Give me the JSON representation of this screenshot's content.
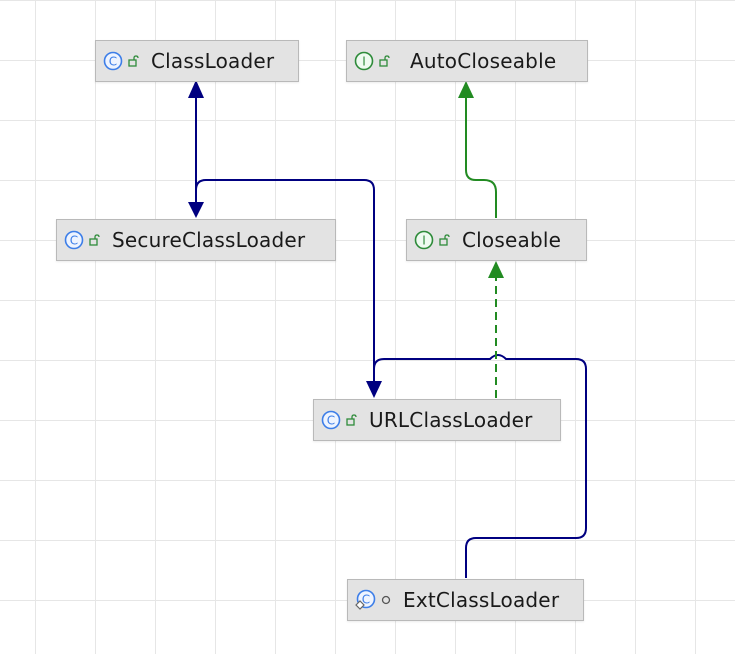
{
  "diagram": {
    "nodes": [
      {
        "id": "classloader",
        "name": "ClassLoader",
        "kind": "class",
        "visibility": "public"
      },
      {
        "id": "autocloseable",
        "name": "AutoCloseable",
        "kind": "interface",
        "visibility": "public"
      },
      {
        "id": "secureclassloader",
        "name": "SecureClassLoader",
        "kind": "class",
        "visibility": "public"
      },
      {
        "id": "closeable",
        "name": "Closeable",
        "kind": "interface",
        "visibility": "public"
      },
      {
        "id": "urlclassloader",
        "name": "URLClassLoader",
        "kind": "class",
        "visibility": "public"
      },
      {
        "id": "extclassloader",
        "name": "ExtClassLoader",
        "kind": "static-nested-class",
        "visibility": "package-private"
      }
    ],
    "edges": [
      {
        "from": "SecureClassLoader",
        "to": "ClassLoader",
        "type": "extends"
      },
      {
        "from": "URLClassLoader",
        "to": "SecureClassLoader",
        "type": "extends"
      },
      {
        "from": "Closeable",
        "to": "AutoCloseable",
        "type": "extends-interface"
      },
      {
        "from": "URLClassLoader",
        "to": "Closeable",
        "type": "implements"
      },
      {
        "from": "ExtClassLoader",
        "to": "URLClassLoader",
        "type": "extends"
      }
    ],
    "colors": {
      "class_inheritance": "#000080",
      "interface_inheritance": "#228b22",
      "class_icon": "#3d7ee8",
      "interface_icon": "#2e8b3a",
      "node_fill": "#e3e3e3"
    }
  }
}
